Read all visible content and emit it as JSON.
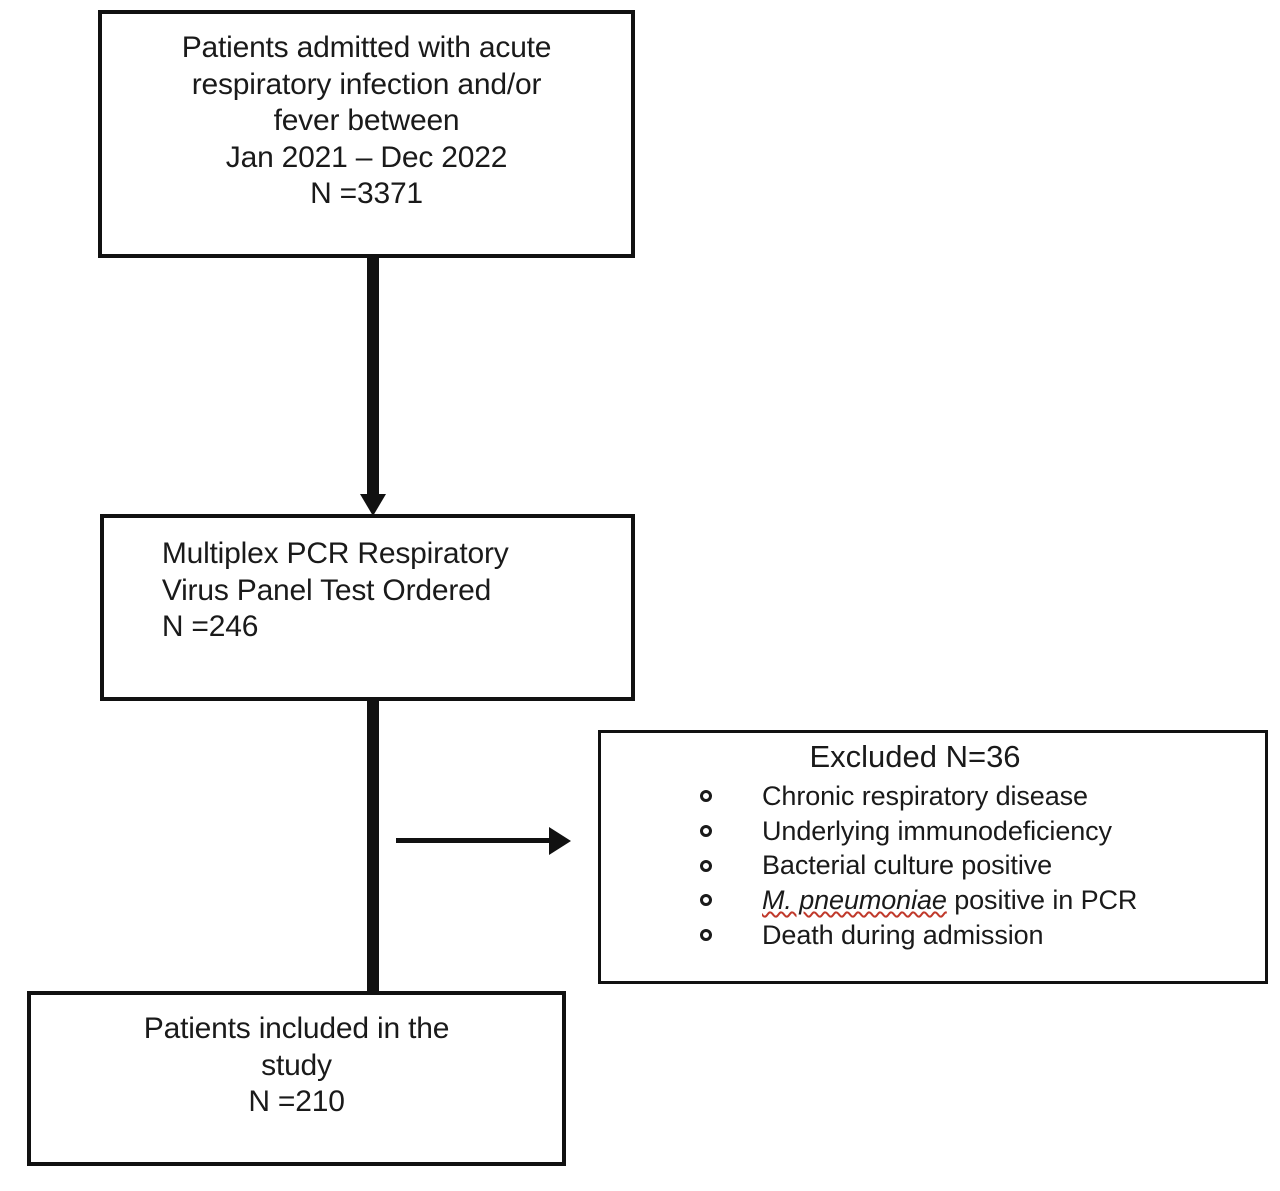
{
  "figure": {
    "type": "flowchart",
    "description": "Patient selection flow diagram"
  },
  "nodes": {
    "cohort": {
      "text": "Patients admitted with acute\nrespiratory infection and/or\nfever between\nJan 2021 – Dec 2022\nN =3371",
      "count": "N =3371"
    },
    "pcr_ordered": {
      "text": "Multiplex PCR Respiratory\nVirus Panel Test Ordered\nN =246",
      "count": "N =246"
    },
    "excluded": {
      "title": "Excluded N=36",
      "count": "N=36",
      "items": [
        {
          "text": "Chronic respiratory disease",
          "italic_prefix": ""
        },
        {
          "text": "Underlying immunodeficiency",
          "italic_prefix": ""
        },
        {
          "text": "Bacterial culture positive",
          "italic_prefix": ""
        },
        {
          "text": " positive in PCR",
          "italic_prefix": "M. pneumoniae"
        },
        {
          "text": "Death during admission",
          "italic_prefix": ""
        }
      ]
    },
    "included": {
      "text": "Patients included in the\nstudy\nN =210",
      "count": "N =210"
    }
  },
  "connectors": {
    "cohort_to_pcr": "down-arrow-thick",
    "pcr_to_included": "down-line-thick",
    "pcr_to_excluded": "right-arrow-thin"
  },
  "colors": {
    "stroke": "#111111",
    "text": "#1a1a1a",
    "background": "#ffffff",
    "spellcheck_underline": "#c0392b"
  },
  "icons": {
    "bullet": "hollow-circle-o"
  }
}
